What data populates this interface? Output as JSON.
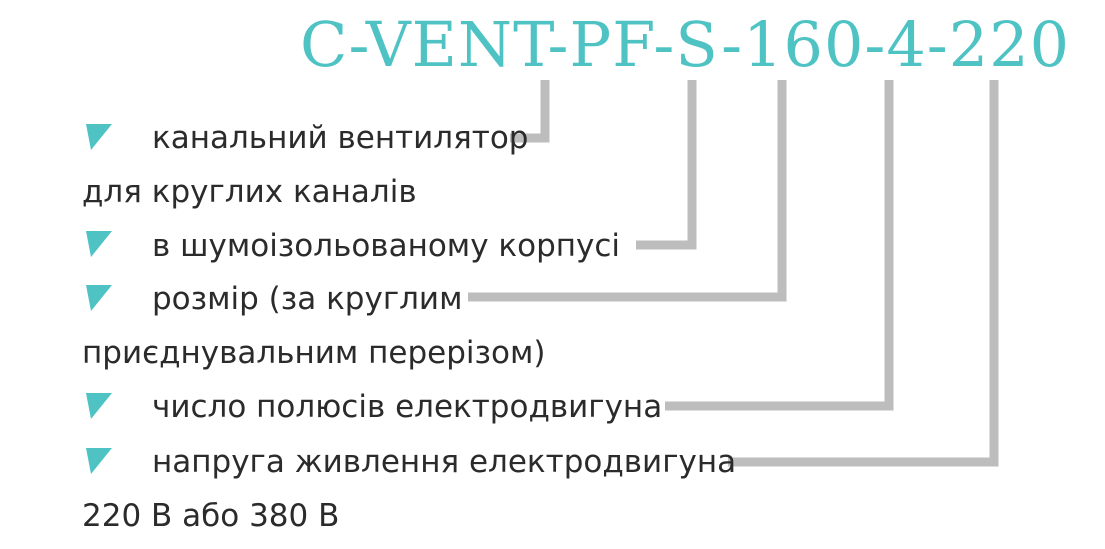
{
  "model_code": "C-VENT-PF-S-160-4-220",
  "colors": {
    "accent": "#4fc3c4",
    "connector": "#bdbdbd",
    "text": "#2b2b2b"
  },
  "legend": [
    {
      "text": "канальний вентилятор",
      "bullet": true
    },
    {
      "text": "для круглих каналів",
      "bullet": false
    },
    {
      "text": "в шумоізольованому корпусі",
      "bullet": true
    },
    {
      "text": "розмір (за круглим",
      "bullet": true
    },
    {
      "text": "приєднувальним перерізом)",
      "bullet": false
    },
    {
      "text": "число полюсів електродвигуна",
      "bullet": true
    },
    {
      "text": "напруга живлення електродвигуна",
      "bullet": true
    },
    {
      "text": "220 В або 380 В",
      "bullet": false
    }
  ]
}
